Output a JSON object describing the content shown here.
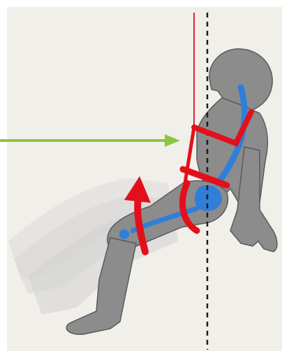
{
  "figure": {
    "background_color": "#f1efea",
    "body_color": "#8c8c8c",
    "body_shadow_color": "#d2d2d2",
    "body_outline_color": "#5a5a5a",
    "skeleton_color": "#2f7fd8",
    "harness_color": "#e3101c",
    "rope_color": "#d22a2a",
    "reference_line_color": "#1a1a1a",
    "indicator_arrow_color": "#8cc63f",
    "rotation_arrow_color": "#e3101c",
    "elements": [
      "suspension-rope",
      "vertical-reference-line",
      "harness-chest-strap",
      "harness-shoulder-strap",
      "harness-waist-belt",
      "harness-leg-loop",
      "spine-skeleton",
      "pelvis-skeleton",
      "femur-skeleton",
      "leg-rotation-arrow",
      "green-pointer-arrow"
    ]
  }
}
